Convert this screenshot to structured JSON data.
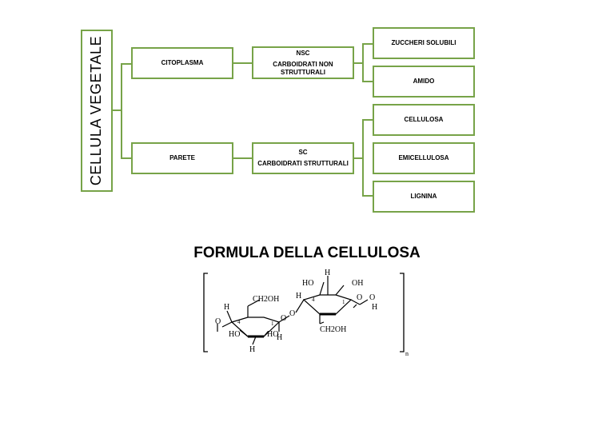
{
  "diagram": {
    "root": "CELLULA VEGETALE",
    "level1": {
      "citoplasma": "CITOPLASMA",
      "parete": "PARETE"
    },
    "nsc": {
      "abbr": "NSC",
      "full": "CARBOIDRATI NON STRUTTURALI"
    },
    "sc": {
      "abbr": "SC",
      "full": "CARBOIDRATI STRUTTURALI"
    },
    "leaves": [
      "ZUCCHERI SOLUBILI",
      "AMIDO",
      "CELLULOSA",
      "EMICELLULOSA",
      "LIGNINA"
    ]
  },
  "formula": {
    "title": "FORMULA DELLA CELLULOSA",
    "labels": {
      "h_top": "H",
      "ho_top": "HO",
      "oh_top": "OH",
      "h_left_top": "H",
      "four_top": "4",
      "o_ring_top": "O",
      "one_top": "1",
      "h_right_top": "H",
      "o_link_right": "O",
      "h_left_bottom": "H",
      "ch2oh_left": "CH2OH",
      "o_ring_bottom": "O",
      "o_link_left": "O",
      "four_bottom": "4",
      "one_bottom": "1",
      "ho_left": "HO",
      "h_bottom": "H",
      "ho_mid": "HO",
      "h_mid": "H",
      "o_glycosidic": "O",
      "ch2oh_mid": "CH2OH",
      "subscript_n": "n"
    }
  }
}
